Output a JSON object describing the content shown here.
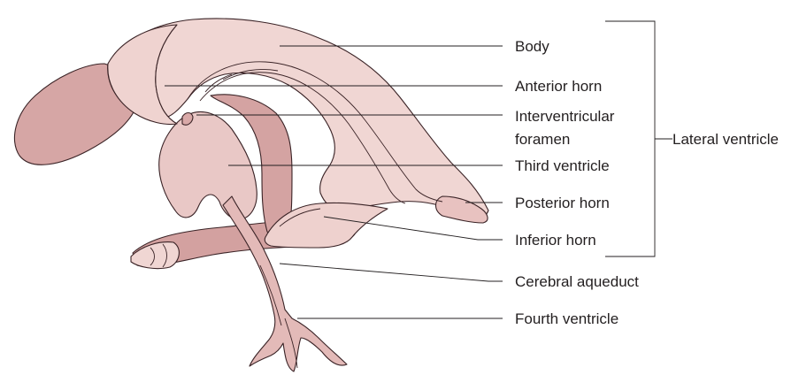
{
  "labels": {
    "body": "Body",
    "anterior_horn": "Anterior horn",
    "interventricular_line1": "Interventricular",
    "interventricular_line2": "foramen",
    "third_ventricle": "Third ventricle",
    "posterior_horn": "Posterior horn",
    "inferior_horn": "Inferior horn",
    "cerebral_aqueduct": "Cerebral aqueduct",
    "fourth_ventricle": "Fourth ventricle",
    "lateral_ventricle": "Lateral ventricle"
  },
  "colors": {
    "light_pink": "#f0d6d3",
    "mid_pink": "#e7c6c3",
    "dark_pink": "#d9a9a8",
    "deep_pink": "#c9908f",
    "stroke": "#3a2326"
  }
}
